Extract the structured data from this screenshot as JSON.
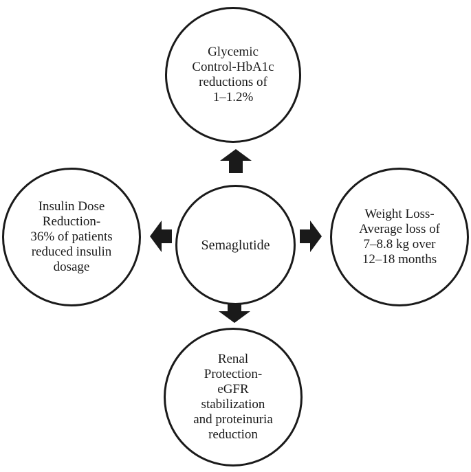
{
  "diagram": {
    "center": {
      "label": "Semaglutide"
    },
    "nodes": {
      "top": {
        "label": "Glycemic\nControl-HbA1c\nreductions of\n1–1.2%"
      },
      "right": {
        "label": "Weight Loss-\nAverage loss of\n7–8.8 kg over\n12–18 months"
      },
      "bottom": {
        "label": "Renal\nProtection-\neGFR\nstabilization\nand proteinuria\nreduction"
      },
      "left": {
        "label": "Insulin Dose\nReduction-\n36% of patients\nreduced insulin\ndosage"
      }
    },
    "colors": {
      "stroke": "#1a1a1a",
      "fill": "#ffffff"
    }
  }
}
